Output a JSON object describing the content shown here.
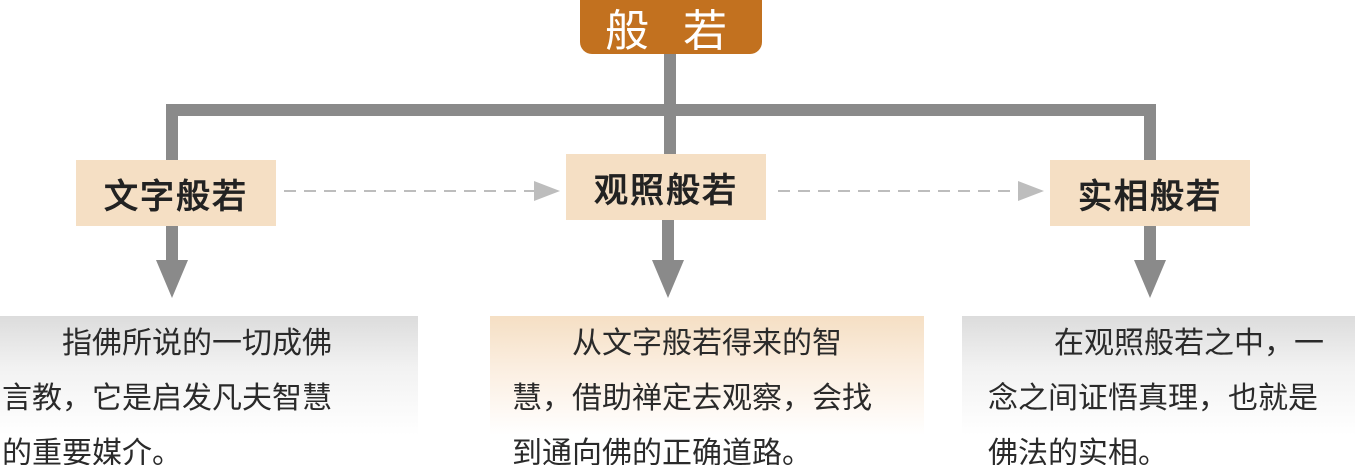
{
  "root": {
    "label": "般 若"
  },
  "nodes": [
    {
      "label": "文字般若",
      "desc_lines": [
        "指佛所说的一切成佛",
        "言教，它是启发凡夫智慧",
        "的重要媒介。"
      ]
    },
    {
      "label": "观照般若",
      "desc_lines": [
        "从文字般若得来的智",
        "慧，借助禅定去观察，会找",
        "到通向佛的正确道路。"
      ]
    },
    {
      "label": "实相般若",
      "desc_lines": [
        "在观照般若之中，一",
        "念之间证悟真理，也就是",
        "佛法的实相。"
      ]
    }
  ],
  "colors": {
    "root_fill": "#c2711f",
    "node_fill": "#f5dfc4",
    "connector": "#8a8a8a",
    "dashed_arrow": "#bdbdbd"
  }
}
